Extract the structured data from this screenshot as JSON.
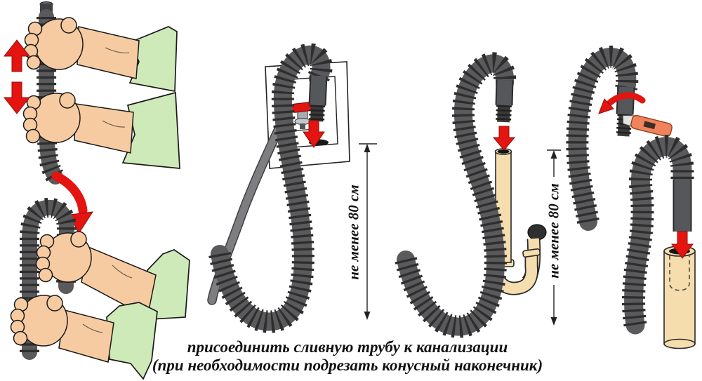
{
  "figure": {
    "caption_line1": "присоединить сливную трубу к канализации",
    "caption_line2": "(при необходимости подрезать конусный наконечник)"
  },
  "measurements": {
    "left_label": "не менее 80 см",
    "right_label": "не менее 80 см"
  },
  "icons": {
    "up-arrow-icon": "red block arrow up",
    "down-arrow-icon": "red block arrow down",
    "bend-arrow-icon": "red curved arrow",
    "insert-arrow-icon": "red block arrow down",
    "rotate-arrow-icon": "red curved arrow",
    "knife-icon": "orange utility knife",
    "valve-icon": "red water tap in wall box"
  },
  "colors": {
    "bg": "#ffffff",
    "hose-body": "#5a5a5c",
    "hose-rib": "#2e2e2e",
    "fitting": "#55575a",
    "fitting-dark": "#2b2b2b",
    "skin": "#f7cba1",
    "sleeve": "#cfeab9",
    "red": "#e41411",
    "knife": "#f0835c",
    "pipe-beige": "#f5ddae",
    "supply-hose": "#7e7e80",
    "outline": "#1a1a1a"
  }
}
